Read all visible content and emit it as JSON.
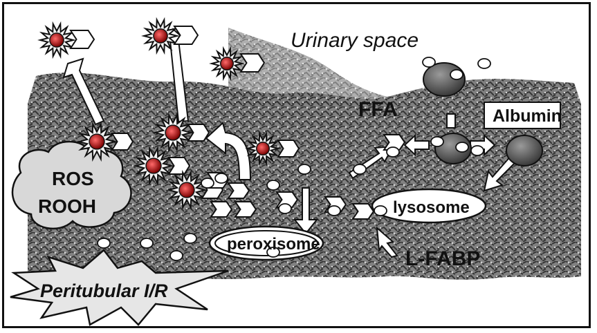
{
  "labels": {
    "urinary_space": "Urinary space",
    "ffa": "FFA",
    "albumin": "Albumin",
    "ros": "ROS",
    "rooh": "ROOH",
    "lysosome": "lysosome",
    "peroxisome": "peroxisome",
    "l_fabp": "L-FABP",
    "peritubular": "Peritubular I/R"
  }
}
